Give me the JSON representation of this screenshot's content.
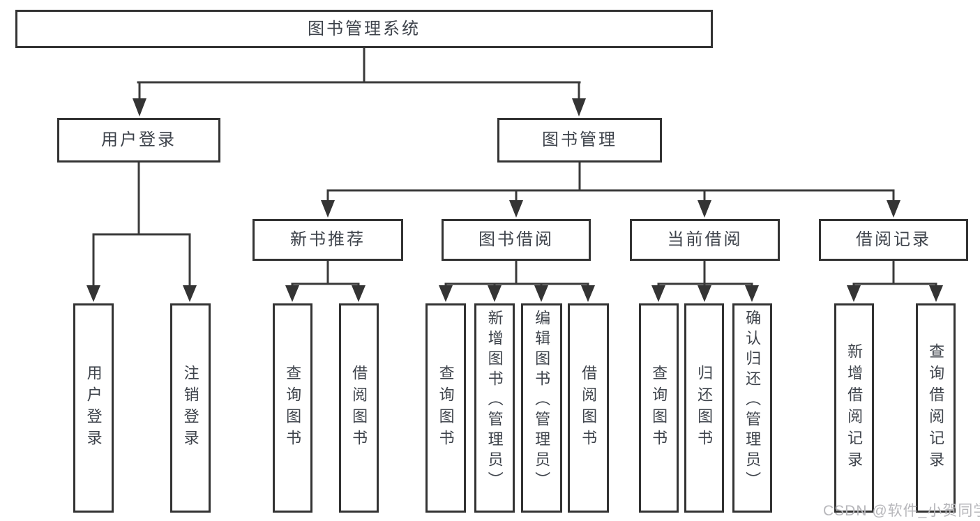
{
  "diagram": {
    "title": "图书管理系统",
    "watermark": "CSDN @软件_小贺同学",
    "colors": {
      "line": "#3a3a3a",
      "box_border": "#333333",
      "text": "#3e434b",
      "watermark": "#b7b7bb",
      "background": "#ffffff"
    },
    "nodes": {
      "root": "图书管理系统",
      "user_login": "用户登录",
      "book_management": "图书管理",
      "new_book_recommend": "新书推荐",
      "book_borrowing": "图书借阅",
      "current_borrowing": "当前借阅",
      "borrowing_records": "借阅记录",
      "user_login_leaf": "用户登录",
      "logout": "注销登录",
      "recommend_query_books": "查询图书",
      "recommend_borrow_books": "借阅图书",
      "borrowing_query_books": "查询图书",
      "borrowing_add_books": "新增图书（管理员）",
      "borrowing_edit_books": "编辑图书（管理员）",
      "borrowing_borrow_books": "借阅图书",
      "current_query_books": "查询图书",
      "current_return_books": "归还图书",
      "current_confirm_return": "确认归还（管理员）",
      "records_add_record": "新增借阅记录",
      "records_query_record": "查询借阅记录"
    },
    "structure": {
      "root": [
        "user_login",
        "book_management"
      ],
      "user_login": [
        "user_login_leaf",
        "logout"
      ],
      "book_management": [
        "new_book_recommend",
        "book_borrowing",
        "current_borrowing",
        "borrowing_records"
      ],
      "new_book_recommend": [
        "recommend_query_books",
        "recommend_borrow_books"
      ],
      "book_borrowing": [
        "borrowing_query_books",
        "borrowing_add_books",
        "borrowing_edit_books",
        "borrowing_borrow_books"
      ],
      "current_borrowing": [
        "current_query_books",
        "current_return_books",
        "current_confirm_return"
      ],
      "borrowing_records": [
        "records_add_record",
        "records_query_record"
      ]
    }
  }
}
